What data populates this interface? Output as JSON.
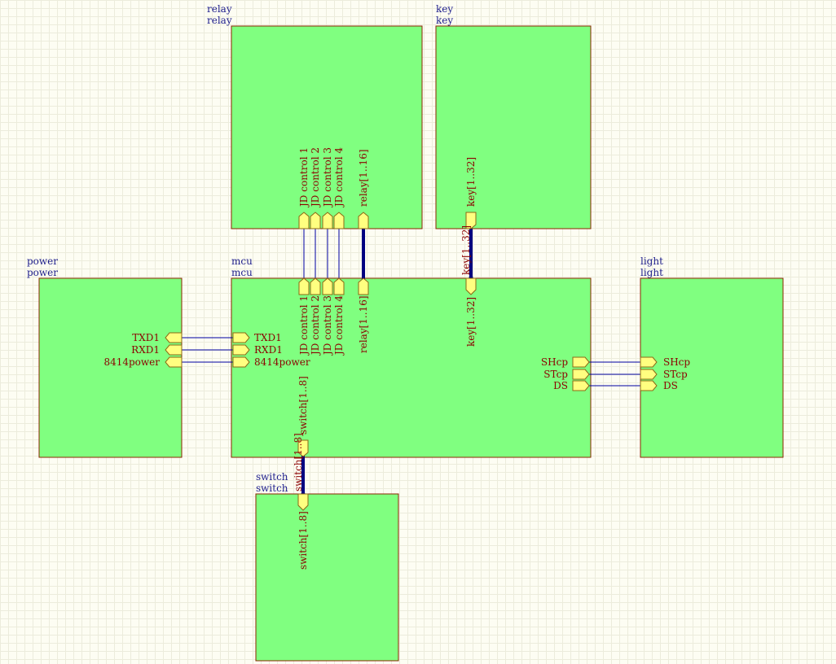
{
  "sheets": {
    "relay": {
      "name": "relay",
      "file": "relay"
    },
    "key": {
      "name": "key",
      "file": "key"
    },
    "power": {
      "name": "power",
      "file": "power"
    },
    "mcu": {
      "name": "mcu",
      "file": "mcu"
    },
    "light": {
      "name": "light",
      "file": "light"
    },
    "switch": {
      "name": "switch",
      "file": "switch"
    }
  },
  "ports": {
    "relay": {
      "jd1": "JD control 1",
      "jd2": "JD control 2",
      "jd3": "JD control 3",
      "jd4": "JD control 4",
      "bus": "relay[1..16]"
    },
    "key": {
      "bus": "key[1..32]"
    },
    "power": {
      "txd": "TXD1",
      "rxd": "RXD1",
      "pwr": "8414power"
    },
    "mcu": {
      "jd1": "JD control 1",
      "jd2": "JD control 2",
      "jd3": "JD control 3",
      "jd4": "JD control 4",
      "relay": "relay[1..16]",
      "key": "key[1..32]",
      "txd": "TXD1",
      "rxd": "RXD1",
      "pwr": "8414power",
      "shcp": "SHcp",
      "stcp": "STcp",
      "ds": "DS",
      "switch": "switch[1..8]"
    },
    "light": {
      "shcp": "SHcp",
      "stcp": "STcp",
      "ds": "DS"
    },
    "switch": {
      "bus": "switch[1..8]"
    }
  },
  "net_labels": {
    "key_bus": "key[1..32]",
    "switch_bus": "switch[1..8]"
  },
  "colors": {
    "sheet_fill": "#80ff80",
    "sheet_border": "#8b2500",
    "port_fill": "#ffff80",
    "port_text": "#8b0000",
    "sheet_label": "#1e1e8c",
    "wire": "#0000a0",
    "bus": "#000080"
  }
}
